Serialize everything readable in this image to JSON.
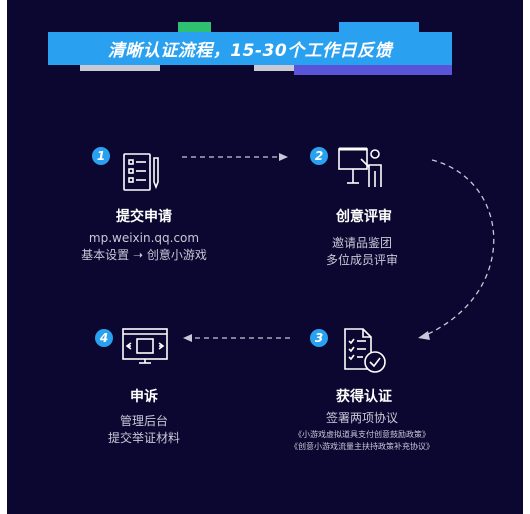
{
  "banner": {
    "title": "清晰认证流程，15-30个工作日反馈"
  },
  "colors": {
    "background": "#0b0730",
    "accent": "#2aa0f0",
    "green": "#2fbf71",
    "purple": "#5a55d8",
    "gray": "#c9c9d6"
  },
  "steps": [
    {
      "number": "1",
      "icon": "document-list-icon",
      "title": "提交申请",
      "lines": [
        "mp.weixin.qq.com",
        "基本设置 ➝ 创意小游戏"
      ]
    },
    {
      "number": "2",
      "icon": "presentation-board-icon",
      "title": "创意评审",
      "lines": [
        "邀请品鉴团",
        "多位成员评审"
      ]
    },
    {
      "number": "3",
      "icon": "certified-document-icon",
      "title": "获得认证",
      "lines": [
        "签署两项协议"
      ],
      "notes": [
        "《小游戏虚拟道具支付创意鼓励政策》",
        "《创意小游戏流量主扶持政策补充协议》"
      ]
    },
    {
      "number": "4",
      "icon": "monitor-icon",
      "title": "申诉",
      "lines": [
        "管理后台",
        "提交举证材料"
      ]
    }
  ]
}
